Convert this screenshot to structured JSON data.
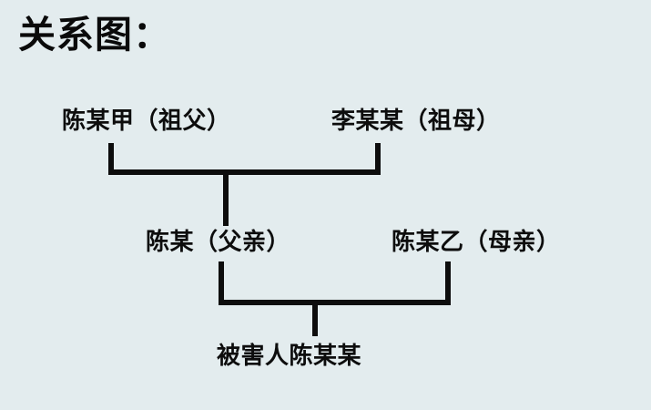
{
  "page": {
    "background_color": "#e3ecee",
    "ink_color": "#0d0d0d",
    "title": "关系图："
  },
  "diagram": {
    "type": "family-tree",
    "generations": [
      {
        "level": 1,
        "nodes": [
          {
            "id": "grandfather",
            "label": "陈某甲（祖父）",
            "name": "陈某甲",
            "role": "祖父"
          },
          {
            "id": "grandmother",
            "label": "李某某（祖母）",
            "name": "李某某",
            "role": "祖母"
          }
        ]
      },
      {
        "level": 2,
        "nodes": [
          {
            "id": "father",
            "label": "陈某（父亲）",
            "name": "陈某",
            "role": "父亲"
          },
          {
            "id": "mother",
            "label": "陈某乙（母亲）",
            "name": "陈某乙",
            "role": "母亲"
          }
        ]
      },
      {
        "level": 3,
        "nodes": [
          {
            "id": "victim",
            "label": "被害人陈某某",
            "name": "陈某某",
            "role": "被害人"
          }
        ]
      }
    ],
    "edges": [
      {
        "from": [
          "grandfather",
          "grandmother"
        ],
        "to": "father"
      },
      {
        "from": [
          "father",
          "mother"
        ],
        "to": "victim"
      }
    ]
  }
}
